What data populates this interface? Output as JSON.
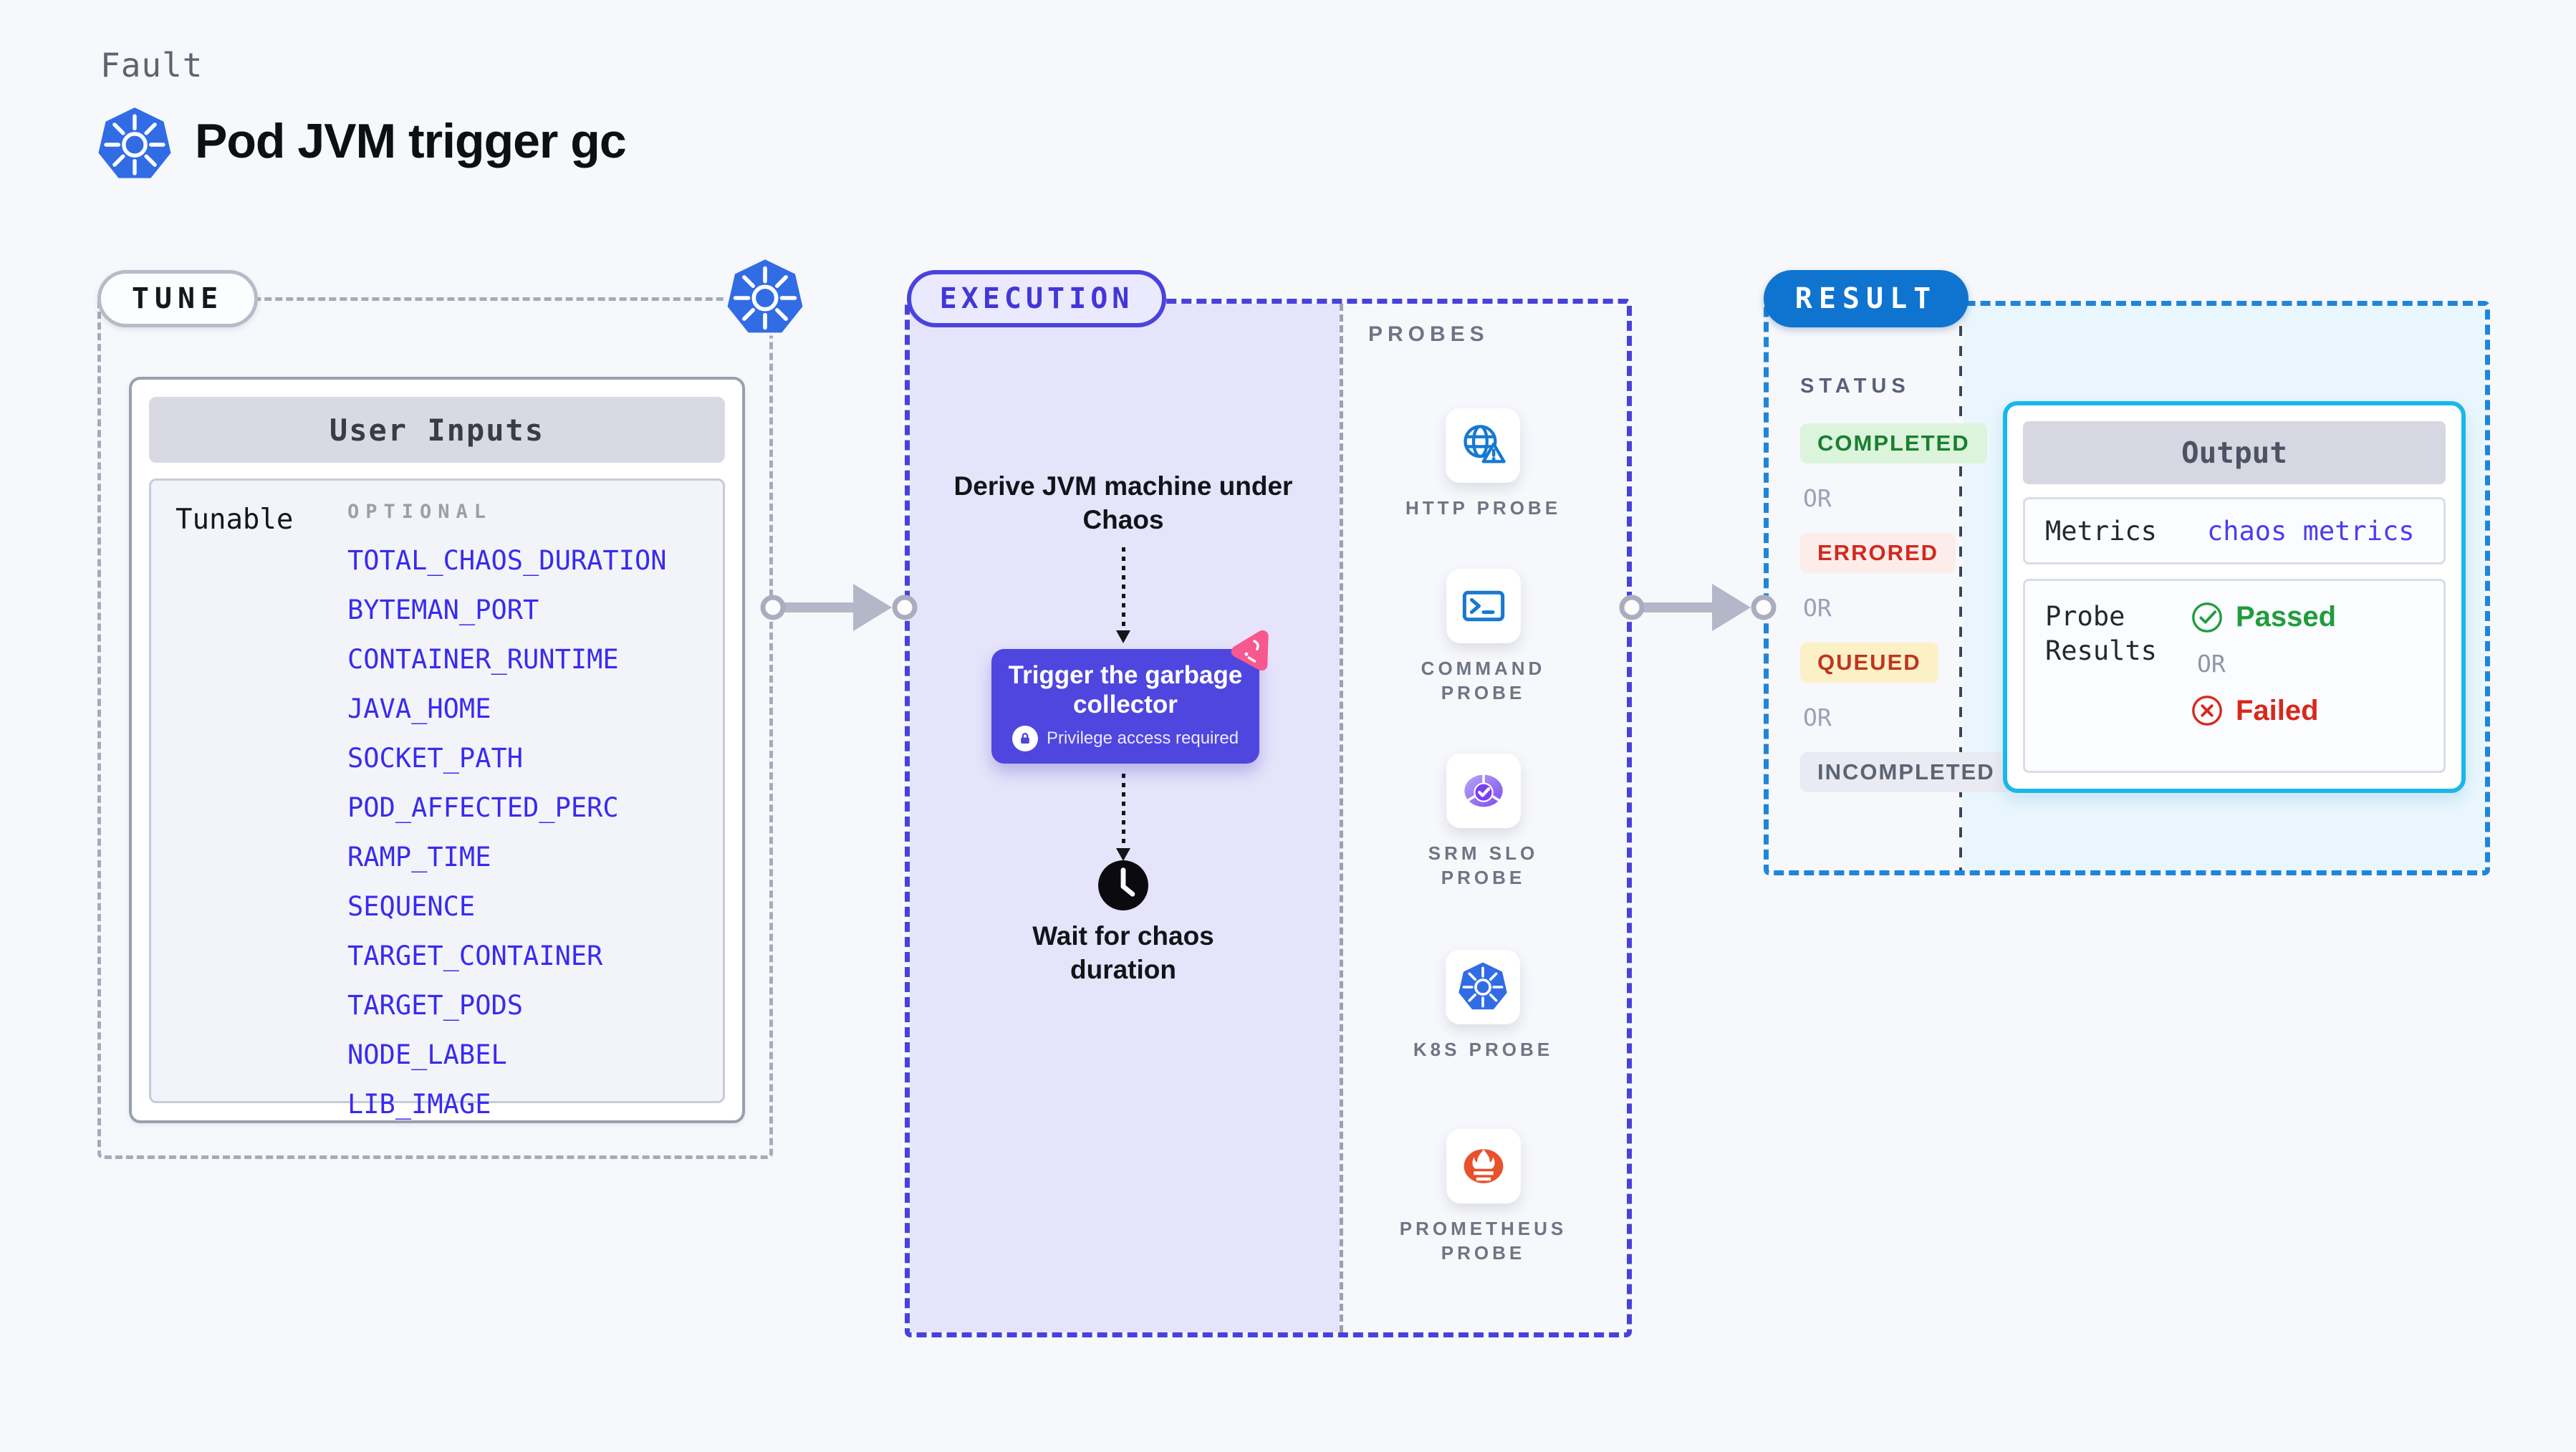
{
  "page": {
    "kicker": "Fault",
    "title": "Pod JVM trigger gc"
  },
  "tune": {
    "label": "TUNE",
    "card_header": "User Inputs",
    "row_label": "Tunable",
    "column_header": "OPTIONAL",
    "inputs": [
      "TOTAL_CHAOS_DURATION",
      "BYTEMAN_PORT",
      "CONTAINER_RUNTIME",
      "JAVA_HOME",
      "SOCKET_PATH",
      "POD_AFFECTED_PERC",
      "RAMP_TIME",
      "SEQUENCE",
      "TARGET_CONTAINER",
      "TARGET_PODS",
      "NODE_LABEL",
      "LIB_IMAGE"
    ]
  },
  "execution": {
    "label": "EXECUTION",
    "step_derive": "Derive JVM machine under Chaos",
    "action_title": "Trigger the garbage collector",
    "action_note": "Privilege access required",
    "step_wait": "Wait for chaos duration"
  },
  "probes": {
    "label": "PROBES",
    "items": [
      {
        "label": "HTTP PROBE",
        "icon": "globe-alert-icon"
      },
      {
        "label": "COMMAND PROBE",
        "icon": "terminal-icon"
      },
      {
        "label": "SRM SLO PROBE",
        "icon": "slo-gauge-icon"
      },
      {
        "label": "K8S PROBE",
        "icon": "kubernetes-icon"
      },
      {
        "label": "PROMETHEUS PROBE",
        "icon": "prometheus-icon"
      }
    ]
  },
  "result": {
    "label": "RESULT",
    "status_header": "STATUS",
    "or_label": "OR",
    "statuses": [
      {
        "label": "COMPLETED",
        "fg": "#1a7f2e",
        "bg": "#dcf3dc"
      },
      {
        "label": "ERRORED",
        "fg": "#d02a1e",
        "bg": "#fcecea"
      },
      {
        "label": "QUEUED",
        "fg": "#bf351f",
        "bg": "#fcf0c6"
      },
      {
        "label": "INCOMPLETED",
        "fg": "#5c6372",
        "bg": "#eaebf2"
      }
    ],
    "output": {
      "header": "Output",
      "metrics_label": "Metrics",
      "metrics_value": "chaos metrics",
      "probe_results_label": "Probe Results",
      "passed_label": "Passed",
      "or_label": "OR",
      "failed_label": "Failed"
    }
  },
  "colors": {
    "page_bg": "#f7f8fc",
    "tune_dash": "#a6abb8",
    "execution_dash": "#4742db",
    "execution_fill": "#e6e4fb",
    "result_dash": "#1d86dc",
    "result_fill": "#e9f6fd",
    "result_pill_bg": "#0f74cf",
    "output_border": "#19b7ea",
    "action_button_bg": "#4f46e0",
    "tunable_link": "#392bef",
    "metrics_link": "#4b3cf1",
    "passed_green": "#1f9d3c",
    "failed_red": "#d8281c",
    "kubernetes_blue": "#326ce5",
    "prometheus_orange": "#e8512c",
    "probe_icon_blue": "#1779d0",
    "chaos_pink": "#f7598f"
  }
}
